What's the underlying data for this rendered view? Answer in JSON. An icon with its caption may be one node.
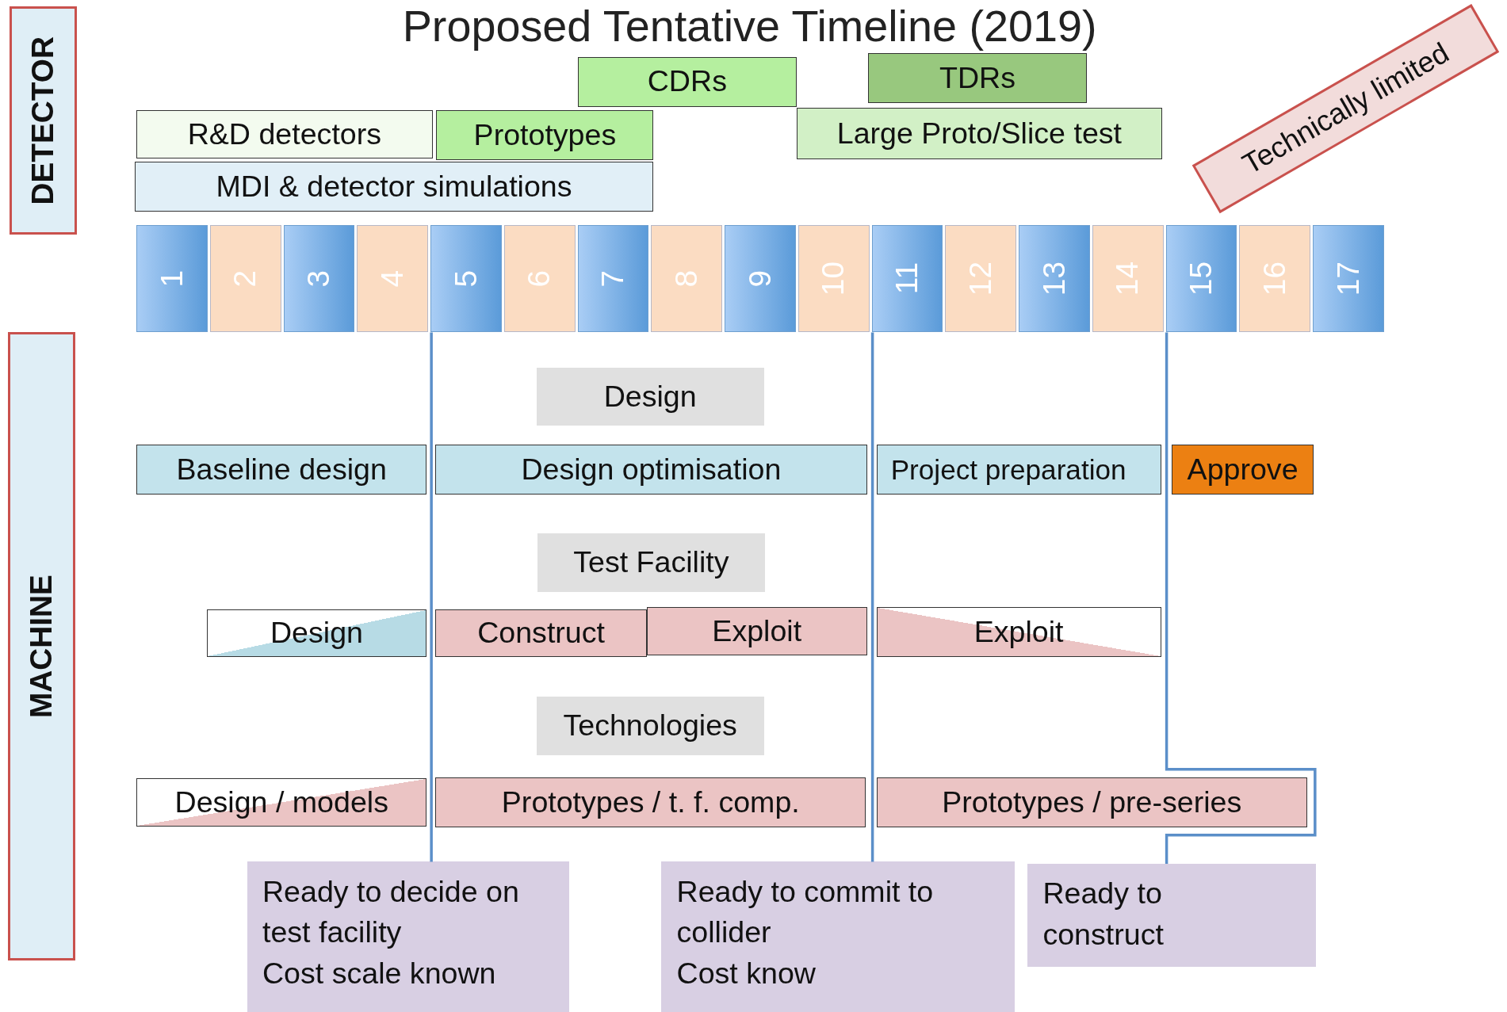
{
  "diagram": {
    "title": "Proposed Tentative Timeline (2019)",
    "nodes": [
      {
        "text": [
          "DETECTOR"
        ]
      },
      {
        "text": [
          "R&D detectors"
        ]
      },
      {
        "text": [
          "Prototypes"
        ]
      },
      {
        "text": [
          "CDRs"
        ]
      },
      {
        "text": [
          "TDRs"
        ]
      },
      {
        "text": [
          "Large Proto/Slice test"
        ]
      },
      {
        "text": [
          "MDI & detector simulations"
        ]
      },
      {
        "text": [
          "Technically limited"
        ]
      },
      {
        "text": [
          "1"
        ]
      },
      {
        "text": [
          "2"
        ]
      },
      {
        "text": [
          "3"
        ]
      },
      {
        "text": [
          "4"
        ]
      },
      {
        "text": [
          "5"
        ]
      },
      {
        "text": [
          "6"
        ]
      },
      {
        "text": [
          "7"
        ]
      },
      {
        "text": [
          "8"
        ]
      },
      {
        "text": [
          "9"
        ]
      },
      {
        "text": [
          "10"
        ]
      },
      {
        "text": [
          "11"
        ]
      },
      {
        "text": [
          "12"
        ]
      },
      {
        "text": [
          "13"
        ]
      },
      {
        "text": [
          "14"
        ]
      },
      {
        "text": [
          "15"
        ]
      },
      {
        "text": [
          "16"
        ]
      },
      {
        "text": [
          "17"
        ]
      },
      {
        "text": [
          "MACHINE"
        ]
      },
      {
        "text": [
          "Design"
        ]
      },
      {
        "text": [
          "Baseline design"
        ]
      },
      {
        "text": [
          "Design optimisation"
        ]
      },
      {
        "text": [
          "Project preparation"
        ]
      },
      {
        "text": [
          "Approve"
        ]
      },
      {
        "text": [
          "Test Facility"
        ]
      },
      {
        "text": [
          "Design"
        ]
      },
      {
        "text": [
          "Construct"
        ]
      },
      {
        "text": [
          "Exploit"
        ]
      },
      {
        "text": [
          "Exploit"
        ]
      },
      {
        "text": [
          "Technologies"
        ]
      },
      {
        "text": [
          "Design / models"
        ]
      },
      {
        "text": [
          "Prototypes / t. f. comp."
        ]
      },
      {
        "text": [
          "Prototypes / pre-series"
        ]
      },
      {
        "text": [
          "Ready to decide on test facility",
          "Cost scale known"
        ]
      },
      {
        "text": [
          "Ready to commit to collider",
          "Cost know"
        ]
      },
      {
        "text": [
          "Ready to construct"
        ]
      }
    ],
    "edges": [
      {
        "from": 12,
        "to": 40,
        "arrow": "none"
      },
      {
        "from": 18,
        "to": 41,
        "arrow": "none"
      },
      {
        "from": 22,
        "to": 42,
        "arrow": "none"
      }
    ]
  }
}
